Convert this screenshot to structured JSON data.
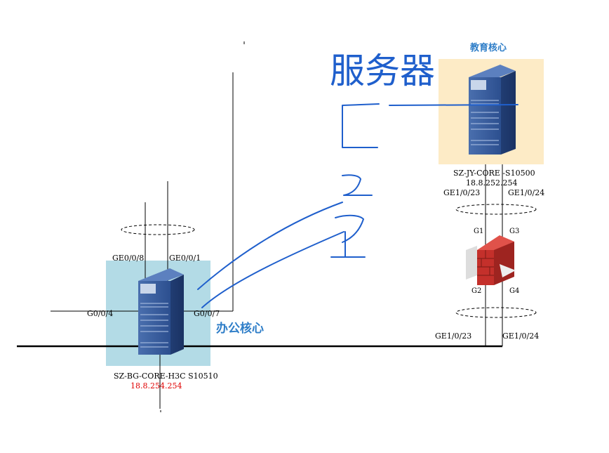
{
  "office_core": {
    "title": "办公核心",
    "device_name": "SZ-BG-CORE-H3C S10510",
    "ip": "18.8.254.254",
    "ports": {
      "p_ge08": "GE0/0/8",
      "p_ge01": "GE0/0/1",
      "p_g04": "G0/0/4",
      "p_g07": "G0/0/7"
    }
  },
  "edu_core": {
    "title": "教育核心",
    "device_name": "SZ-JY-CORE -S10500",
    "ip": "18.8.252.254",
    "ports": {
      "up_left": "GE1/0/23",
      "up_right": "GE1/0/24",
      "down_left": "GE1/0/23",
      "down_right": "GE1/0/24"
    }
  },
  "firewall": {
    "ports": {
      "g1": "G1",
      "g2": "G2",
      "g3": "G3",
      "g4": "G4"
    }
  },
  "annotations": {
    "handwritten_text": "服务器",
    "ink_color": "#1f5fcc"
  },
  "colors": {
    "office_zone": "#b3dbe6",
    "edu_zone": "#fdebc6",
    "switch_body": "#2c4f8f",
    "firewall": "#c4302b",
    "label_accent": "#2f7ec8",
    "ip_red": "#e00000"
  }
}
